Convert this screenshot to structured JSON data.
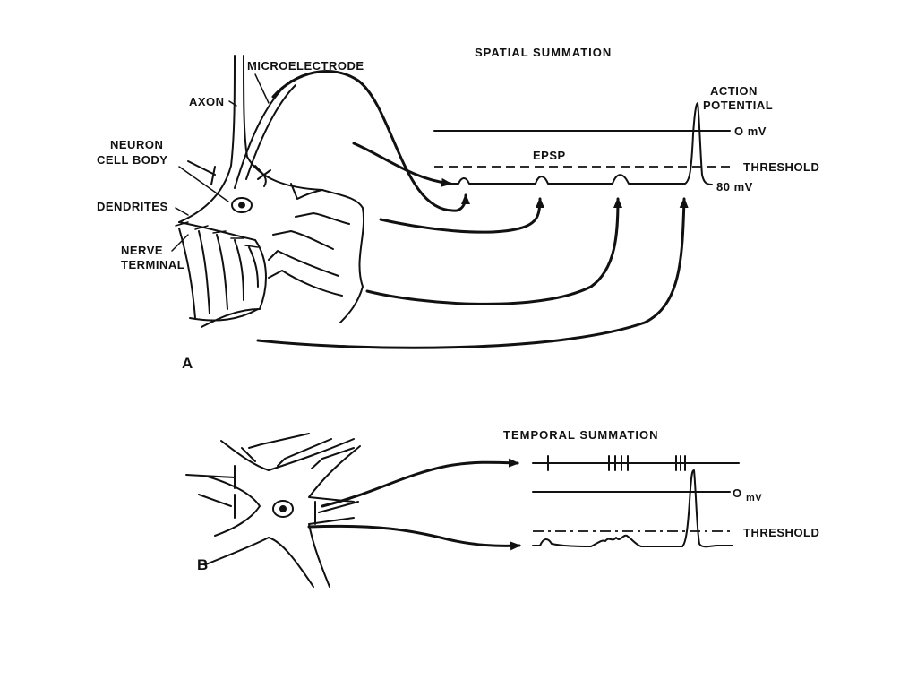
{
  "panel_a": {
    "panel_label": "A",
    "title": "SPATIAL SUMMATION",
    "labels": {
      "microelectrode": "MICROELECTRODE",
      "axon": "AXON",
      "neuron_cell_body_line1": "NEURON",
      "neuron_cell_body_line2": "CELL BODY",
      "dendrites": "DENDRITES",
      "nerve_terminal_line1": "NERVE",
      "nerve_terminal_line2": "TERMINAL",
      "epsp": "EPSP",
      "action_potential_line1": "ACTION",
      "action_potential_line2": "POTENTIAL",
      "zero_mv": "O mV",
      "threshold": "THRESHOLD",
      "minus_80_mv": "80 mV"
    }
  },
  "panel_b": {
    "panel_label": "B",
    "title": "TEMPORAL SUMMATION",
    "labels": {
      "zero_mv": "O",
      "mv_unit": "mV",
      "threshold": "THRESHOLD"
    }
  },
  "colors": {
    "ink": "#111111",
    "background": "#ffffff"
  }
}
